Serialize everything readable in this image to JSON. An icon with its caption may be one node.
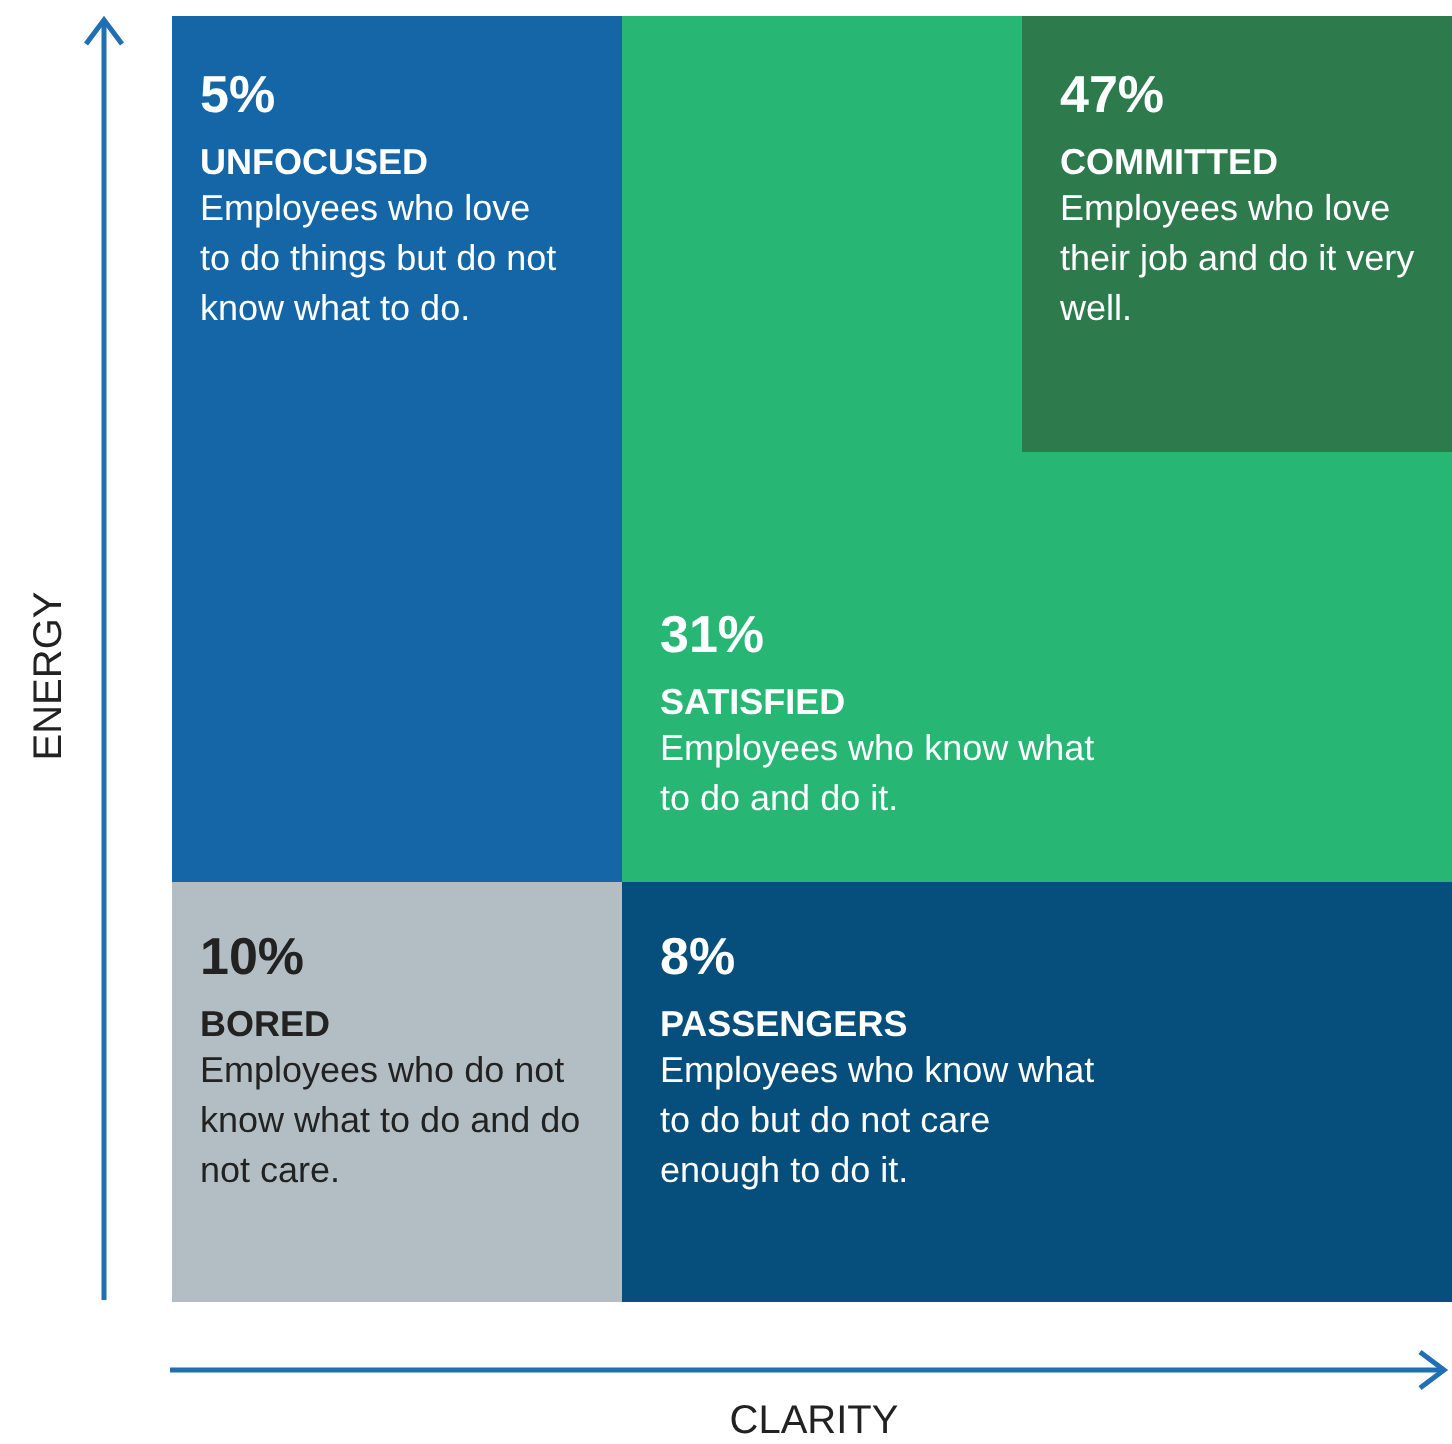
{
  "diagram": {
    "nodes": [
      {
        "text": [
          "5%",
          "UNFOCUSED",
          "Employees who love to do things but do not know what to do."
        ]
      },
      {
        "text": [
          "31%",
          "SATISFIED",
          "Employees who know what to do and do it."
        ]
      },
      {
        "text": [
          "47%",
          "COMMITTED",
          "Employees who love their job and do it very well."
        ],
        "in": 1
      },
      {
        "text": [
          "10%",
          "BORED",
          "Employees who do not know what to do and do not care."
        ]
      },
      {
        "text": [
          "8%",
          "PASSENGERS",
          "Employees who know what to do but do not care enough to do it."
        ]
      }
    ],
    "edges": [],
    "labels": [
      "ENERGY",
      "CLARITY"
    ]
  }
}
